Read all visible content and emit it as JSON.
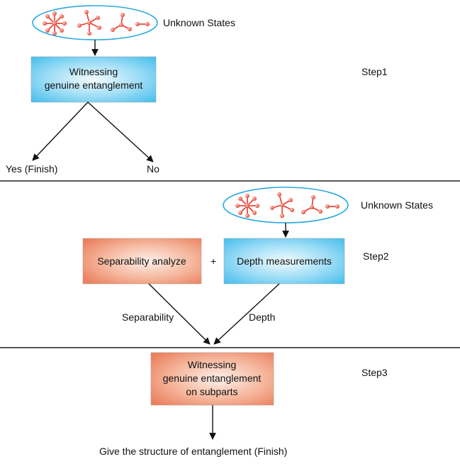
{
  "step1": {
    "states_label": "Unknown States",
    "box_lines": [
      "Witnessing",
      "genuine entanglement"
    ],
    "step_label": "Step1",
    "yes_label": "Yes (Finish)",
    "no_label": "No"
  },
  "step2": {
    "states_label": "Unknown States",
    "separability_box": "Separability analyze",
    "plus": "+",
    "depth_box": "Depth measurements",
    "step_label": "Step2",
    "separability_edge": "Separability",
    "depth_edge": "Depth"
  },
  "step3": {
    "box_lines": [
      "Witnessing",
      "genuine entanglement",
      "on subparts"
    ],
    "step_label": "Step3",
    "final_label": "Give the structure of entanglement (Finish)"
  },
  "colors": {
    "blue_box": "#5ec8f0",
    "salmon_box": "#ee8e70",
    "ellipse_stroke": "#29a9e0",
    "node": "#e83a2a",
    "separator": "#222222"
  }
}
